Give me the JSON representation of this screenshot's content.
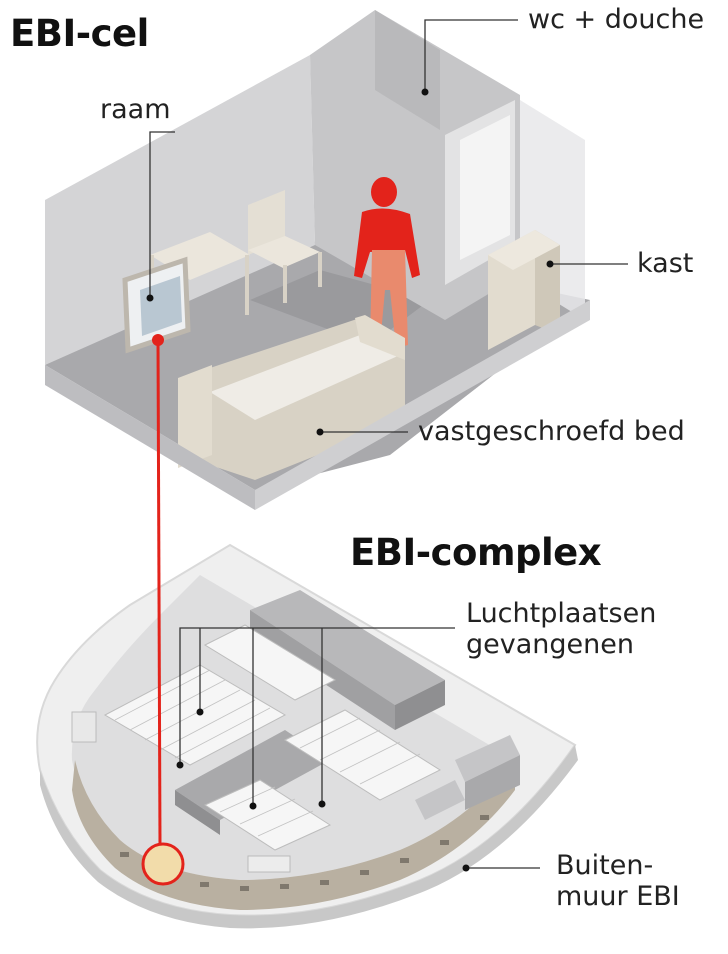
{
  "titles": {
    "cell": "EBI-cel",
    "complex": "EBI-complex"
  },
  "labels": {
    "wc": "wc + douche",
    "raam": "raam",
    "kast": "kast",
    "bed": "vastgeschroefd bed",
    "lucht_line1": "Luchtplaatsen",
    "lucht_line2": "gevangenen",
    "buiten_line1": "Buiten-",
    "buiten_line2": "muur EBI"
  },
  "colors": {
    "accent": "#e3231b",
    "figure_light": "#e98a6d",
    "wall": "#d3d3d5",
    "floor": "#a8a8ab",
    "leader": "#333333"
  }
}
